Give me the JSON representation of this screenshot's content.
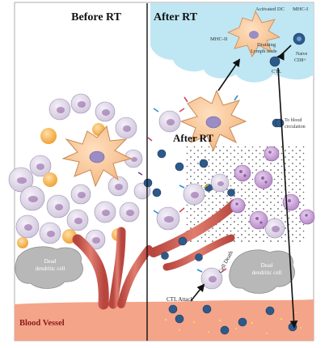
{
  "panels": {
    "before": "Before RT",
    "after": "After RT"
  },
  "labels": {
    "activated_dc": "Activated DC",
    "mhc_i": "MHC-I",
    "mhc_ii": "MHC-II",
    "draining_lymph_node": "Draining",
    "draining_lymph_node_2": "Lymph node",
    "naive_cd8_line1": "Naive",
    "naive_cd8_line2": "CD8+",
    "ctl": "CTL",
    "to_blood_line1": "To blood",
    "to_blood_line2": "circulation",
    "dead_dc_left_line1": "Dead",
    "dead_dc_left_line2": "dendritic cell",
    "dead_dc_right_line1": "Dead",
    "dead_dc_right_line2": "dendritic cell",
    "cell_death": "Cell Death",
    "ctl_attack": "CTL Attack",
    "blood_vessel": "Blood Vessel"
  },
  "colors": {
    "lymph_node": "#bfe6f3",
    "dendritic_cell": "#f6c08e",
    "dendritic_outline": "#c98a54",
    "tumor_cell": "#ddd6e6",
    "tumor_nucleus": "#8c5aa0",
    "apoptotic_cell": "#a067b4",
    "orange_cell": "#f0a43a",
    "t_cell": "#2e5a8a",
    "blood_vessel": "#f29a7a",
    "vessel_branch": "#c9564e",
    "dead_cell": "#b9b9b9",
    "arrow": "#111111"
  }
}
